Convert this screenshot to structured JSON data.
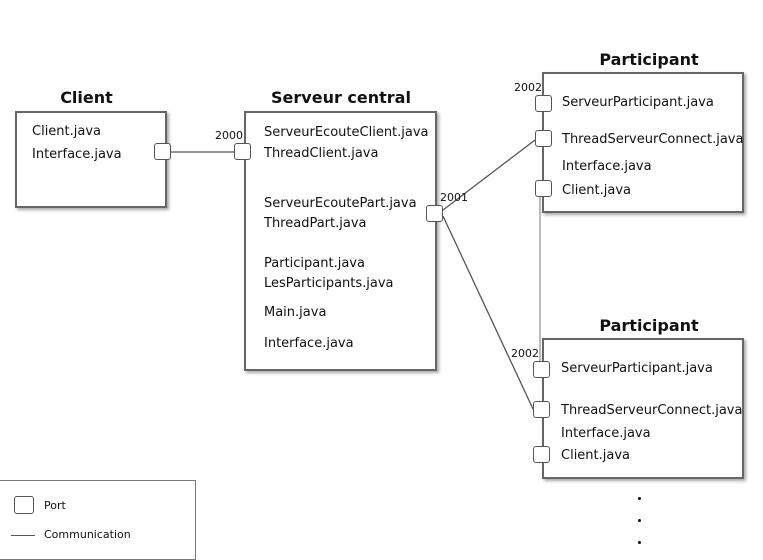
{
  "client": {
    "title": "Client",
    "files": [
      "Client.java",
      "Interface.java"
    ]
  },
  "server": {
    "title": "Serveur central",
    "files": [
      "ServeurEcouteClient.java",
      "ThreadClient.java",
      "ServeurEcoutePart.java",
      "ThreadPart.java",
      "Participant.java",
      "LesParticipants.java",
      "Main.java",
      "Interface.java"
    ]
  },
  "participant1": {
    "title": "Participant",
    "files": [
      "ServeurParticipant.java",
      "ThreadServeurConnect.java",
      "Interface.java",
      "Client.java"
    ]
  },
  "participant2": {
    "title": "Participant",
    "files": [
      "ServeurParticipant.java",
      "ThreadServeurConnect.java",
      "Interface.java",
      "Client.java"
    ]
  },
  "ports": {
    "server_client": "2000",
    "server_participant": "2001",
    "participant1": "2002",
    "participant2": "2002"
  },
  "legend": {
    "port_label": "Port",
    "communication_label": "Communication"
  }
}
